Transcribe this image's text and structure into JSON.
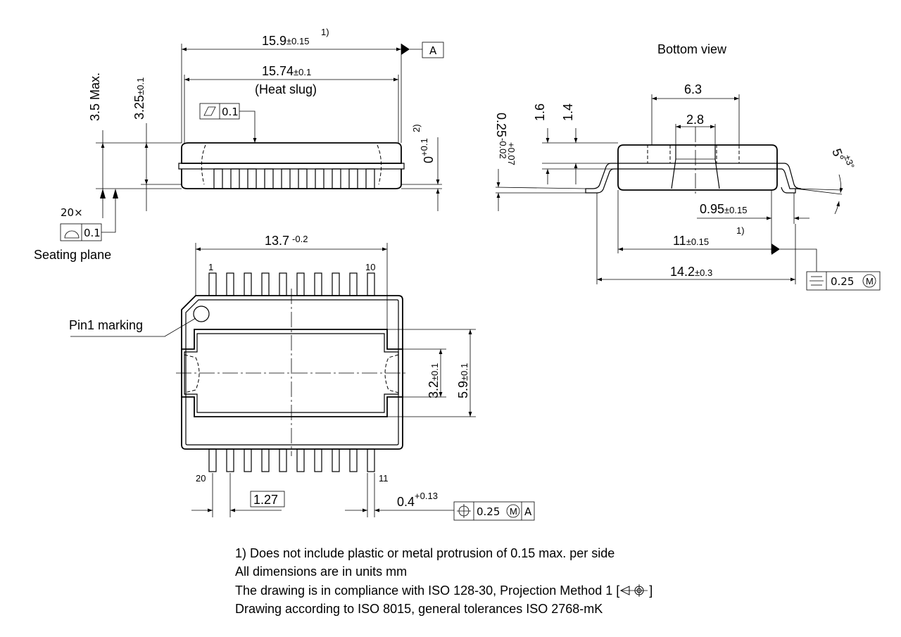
{
  "labels": {
    "bottom_view": "Bottom view",
    "seating_plane": "Seating plane",
    "pin1_marking": "Pin1 marking",
    "heat_slug": "(Heat slug)",
    "count_20x": "20×",
    "pin_1": "1",
    "pin_10": "10",
    "pin_11": "11",
    "pin_20": "20",
    "footnote_mark": "1)",
    "footnote_mark_2": "2)"
  },
  "dims": {
    "d_15_9": "15.9",
    "d_15_9_tol": "±0.15",
    "d_15_74": "15.74",
    "d_15_74_tol": "±0.1",
    "d_3_5": "3.5 Max.",
    "d_3_25": "3.25",
    "d_3_25_tol": "±0.1",
    "d_0": "0",
    "d_0_tol": "+0.1",
    "d_13_7": "13.7",
    "d_13_7_tol": "-0.2",
    "d_3_2": "3.2",
    "d_3_2_tol": "±0.1",
    "d_5_9": "5.9",
    "d_5_9_tol": "±0.1",
    "d_1_27": "1.27",
    "d_0_4": "0.4",
    "d_0_4_tol": "+0.13",
    "d_6_3": "6.3",
    "d_2_8": "2.8",
    "d_1_6": "1.6",
    "d_1_4": "1.4",
    "d_0_25": "0.25",
    "d_0_25_tol_hi": "+0.07",
    "d_0_25_tol_lo": "-0.02",
    "d_5deg": "5°",
    "d_5deg_tol": "±3°",
    "d_0_95": "0.95",
    "d_0_95_tol": "±0.15",
    "d_11": "11",
    "d_11_tol": "±0.15",
    "d_14_2": "14.2",
    "d_14_2_tol": "±0.3"
  },
  "frames": {
    "datum_a": "A",
    "flatness_value": "0.1",
    "profile_value": "0.1",
    "symmetry_value": "0.25",
    "position_value": "0.25",
    "mmc": "M",
    "position_datum": "A"
  },
  "notes": [
    "1) Does not include plastic or metal protrusion of 0.15 max. per side",
    "All dimensions are in units mm",
    "The drawing is in compliance with ISO 128-30, Projection Method 1 [",
    "Drawing according to ISO 8015, general tolerances ISO 2768-mK"
  ],
  "notes_tail": "]"
}
